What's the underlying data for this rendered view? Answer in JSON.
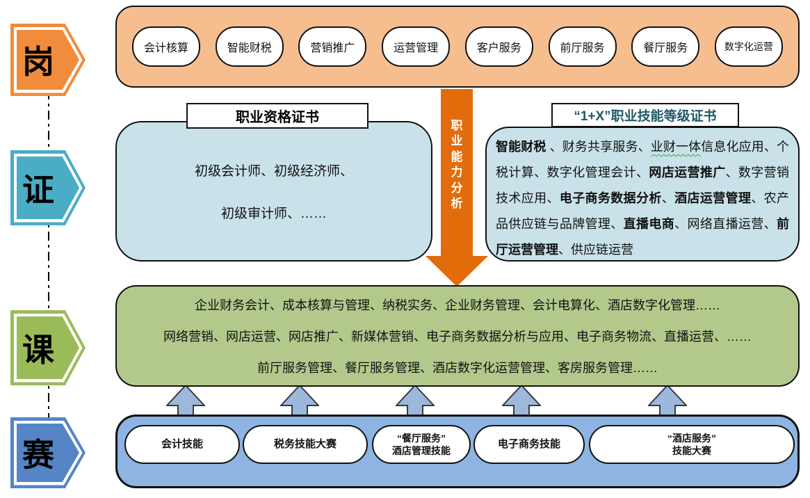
{
  "colors": {
    "jobs_bar_fill": "#F6BE8F",
    "analysis_arrow": "#E36C0A",
    "cert_box_fill": "#C9E2EA",
    "cert_right_title": "#215968",
    "courses_box_fill": "#B3C98C",
    "competitions_bar_fill": "#8DB4E2",
    "up_arrow_fill": "#9CB8DC",
    "outline": "#111111"
  },
  "sidebar": {
    "items": [
      {
        "label": "岗",
        "color": "#F08C3C"
      },
      {
        "label": "证",
        "color": "#4BACC6"
      },
      {
        "label": "课",
        "color": "#9BBB59"
      },
      {
        "label": "赛",
        "color": "#5585C6"
      }
    ]
  },
  "jobs_bar": {
    "pills": [
      "会计核算",
      "智能财税",
      "营销推广",
      "运营管理",
      "客户服务",
      "前厅服务",
      "餐厅服务",
      "数字化运营"
    ]
  },
  "analysis_arrow": {
    "label": "职业能力分析"
  },
  "certificates": {
    "left": {
      "title": "职业资格证书",
      "lines": [
        "初级会计师、初级经济师、",
        "初级审计师、……"
      ]
    },
    "right": {
      "title": "“1+X”职业技能等级证书",
      "segments": [
        {
          "text": "智能财税",
          "bold": true
        },
        {
          "text": " 、财务共享服务、",
          "bold": false
        },
        {
          "text": "业财一体",
          "bold": false,
          "wavy": true
        },
        {
          "text": "信息化应用、个税计算、数字化管理会计、",
          "bold": false
        },
        {
          "text": "网店运营推广",
          "bold": true
        },
        {
          "text": "、数字营销技术应用、",
          "bold": false
        },
        {
          "text": "电子商务数据分析",
          "bold": true
        },
        {
          "text": "、",
          "bold": false
        },
        {
          "text": "酒店运营管理",
          "bold": true
        },
        {
          "text": "、农产品供应链与品牌管理、",
          "bold": false
        },
        {
          "text": "直播电商",
          "bold": true
        },
        {
          "text": "、网络直播运营、",
          "bold": false
        },
        {
          "text": "前厅运营管理",
          "bold": true
        },
        {
          "text": "、供应链运营",
          "bold": false
        }
      ]
    }
  },
  "courses": {
    "lines": [
      "企业财务会计、成本核算与管理、纳税实务、企业财务管理、会计电算化、酒店数字化管理……",
      "网络营销、网店运营、网店推广、新媒体营销、电子商务数据分析与应用、电子商务物流、直播运营、……",
      "前厅服务管理、餐厅服务管理、酒店数字化运营管理、客房服务管理……"
    ]
  },
  "competitions": {
    "pills": [
      {
        "lines": [
          "会计技能"
        ]
      },
      {
        "lines": [
          "税务技能大赛"
        ]
      },
      {
        "lines": [
          "“餐厅服务”",
          "酒店管理技能"
        ]
      },
      {
        "lines": [
          "电子商务技能"
        ]
      },
      {
        "lines": [
          "“酒店服务”",
          "技能大赛"
        ]
      }
    ]
  }
}
